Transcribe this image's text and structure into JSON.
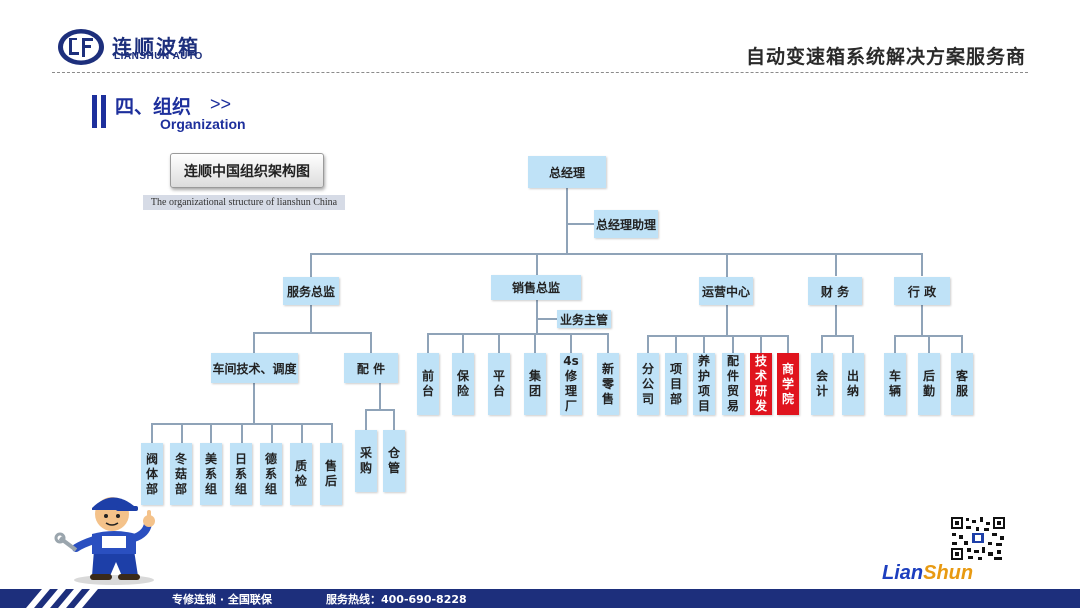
{
  "header": {
    "logo_cn": "连顺波箱",
    "logo_en": "LIANSHUN AUTO",
    "tagline": "自动变速箱系统解决方案服务商"
  },
  "section": {
    "title": "四、组织",
    "arrow": ">>",
    "subtitle": "Organization"
  },
  "chart_caption": {
    "title": "连顺中国组织架构图",
    "subtitle": "The organizational structure of lianshun China"
  },
  "org": {
    "ceo": "总经理",
    "ceo_assistant": "总经理助理",
    "service_director": "服务总监",
    "sales_director": "销售总监",
    "sales_supervisor": "业务主管",
    "operations_center": "运营中心",
    "finance": "财 务",
    "admin": "行 政",
    "workshop": "车间技术、调度",
    "parts": "配 件",
    "workshop_units": [
      "阀体部",
      "冬菇部",
      "美系组",
      "日系组",
      "德系组",
      "质检",
      "售后"
    ],
    "parts_units": [
      "采购",
      "仓管"
    ],
    "sales_units": [
      "前台",
      "保险",
      "平台",
      "集团",
      "4s修理厂",
      "新零售"
    ],
    "operations_units": [
      "分公司",
      "项目部",
      "养护项目",
      "配件贸易",
      "技术研发",
      "商学院"
    ],
    "finance_units": [
      "会计",
      "出纳"
    ],
    "admin_units": [
      "车辆",
      "后勤",
      "客服"
    ]
  },
  "brand": {
    "part1": "Lian",
    "part2": "Shun"
  },
  "footer": {
    "slogan": "专修连锁 · 全国联保",
    "hotline": "服务热线：400-690-8228"
  },
  "colors": {
    "brand_blue": "#1d2f7c",
    "node_fill": "#bfe2f7",
    "highlight_red": "#e0141e"
  }
}
